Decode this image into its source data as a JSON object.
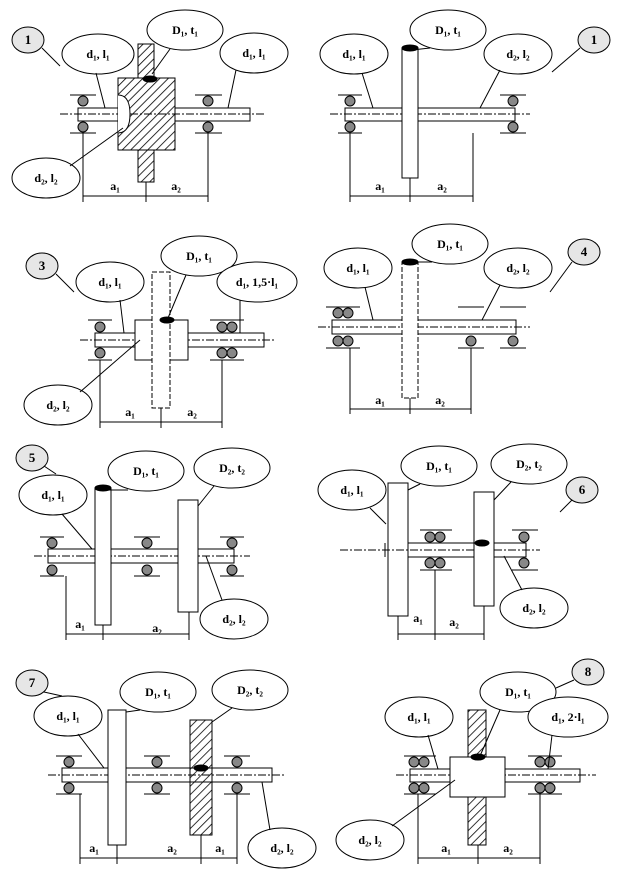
{
  "labels": {
    "d1_l1": "d₁, l₁",
    "d2_l2": "d₂, l₂",
    "D1_t1": "D₁, t₁",
    "D2_t2": "D₂, t₂",
    "d1_15l1": "d₁, 1,5·l₁",
    "d1_2l1": "d₁, 2·l₁",
    "a1": "a₁",
    "a2": "a₂"
  },
  "schemes": [
    {
      "number": "1"
    },
    {
      "number": "1"
    },
    {
      "number": "3"
    },
    {
      "number": "4"
    },
    {
      "number": "5"
    },
    {
      "number": "6"
    },
    {
      "number": "7"
    },
    {
      "number": "8"
    }
  ],
  "colors": {
    "ink": "#000000",
    "badge_fill": "#e6e6e6",
    "bearing_ball": "#888888"
  }
}
